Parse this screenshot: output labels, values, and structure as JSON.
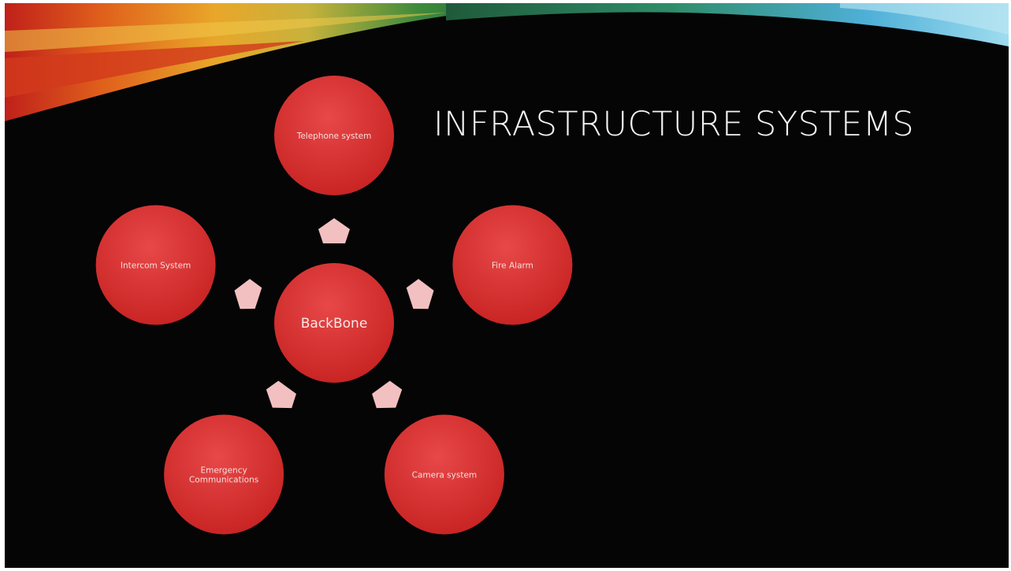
{
  "slide": {
    "title": "INFRASTRUCTURE SYSTEMS"
  },
  "diagram": {
    "center": {
      "label": "BackBone"
    },
    "nodes": [
      {
        "id": "telephone",
        "label_lines": [
          "Telephone system"
        ]
      },
      {
        "id": "fire-alarm",
        "label_lines": [
          "Fire Alarm"
        ]
      },
      {
        "id": "camera",
        "label_lines": [
          "Camera system"
        ]
      },
      {
        "id": "emergency",
        "label_lines": [
          "Emergency",
          "Communications"
        ]
      },
      {
        "id": "intercom",
        "label_lines": [
          "Intercom System"
        ]
      }
    ]
  },
  "colors": {
    "background": "#050505",
    "node_fill": "#d42a2a",
    "node_fill_light": "#e64545",
    "arrow_fill": "#f2c0c0",
    "title_color": "#f4f4f4"
  }
}
